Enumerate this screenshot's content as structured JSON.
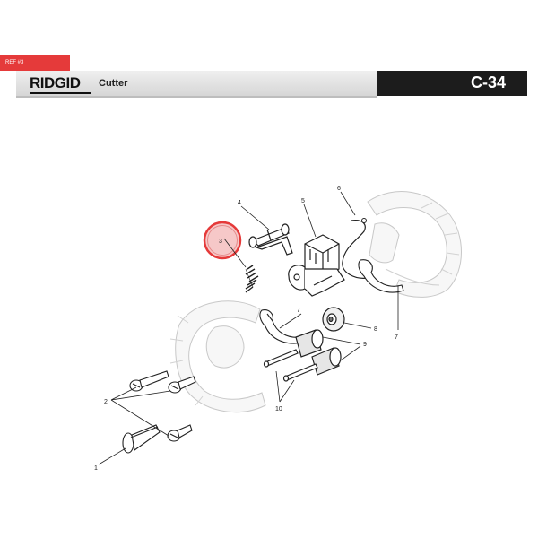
{
  "header": {
    "ref_tag": "REF #3",
    "brand": "RIDGID",
    "section": "Cutter",
    "code": "C-34"
  },
  "callouts": [
    "1",
    "2",
    "3",
    "4",
    "5",
    "6",
    "7",
    "7",
    "8",
    "9",
    "10"
  ],
  "highlighted_part": "3",
  "colors": {
    "accent": "#e53a3a",
    "header_dark": "#1c1c1c"
  }
}
